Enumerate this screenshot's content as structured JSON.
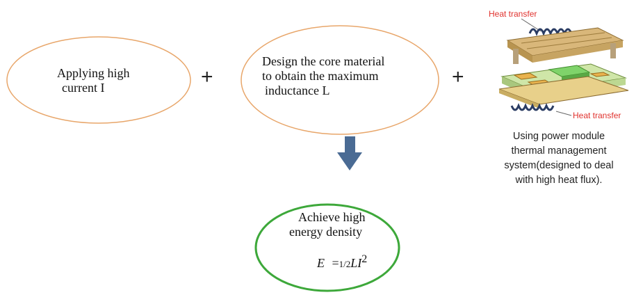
{
  "ellipse1": {
    "line1": "Applying high",
    "line2": "current I"
  },
  "plus1": "+",
  "ellipse2": {
    "line1": "Design the core material",
    "line2": "to obtain the maximum",
    "line3": "inductance L"
  },
  "plus2": "+",
  "module": {
    "top_label": "Heat transfer",
    "bottom_label": "Heat transfer",
    "caption": [
      "Using power module",
      "thermal management",
      "system(designed  to deal",
      "with high heat flux)."
    ]
  },
  "result": {
    "line1": "Achieve high",
    "line2": "energy density",
    "formula": {
      "E": "E",
      "eq": "=",
      "half": "1/2",
      "LI": "LI",
      "exp": "2"
    }
  },
  "colors": {
    "orange_ellipse": "#e8a66a",
    "green_ellipse": "#3da83a",
    "arrow": "#4a6b94",
    "red_label": "#e0312d"
  }
}
